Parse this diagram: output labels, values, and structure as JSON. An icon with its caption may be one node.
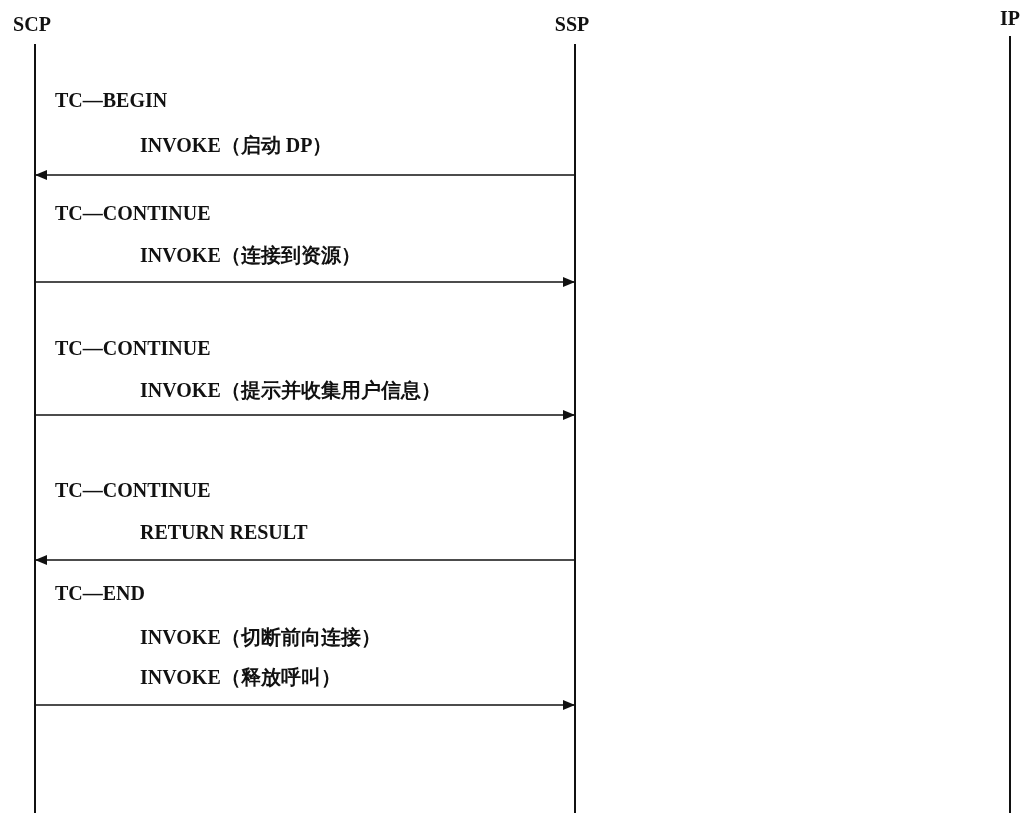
{
  "diagram": {
    "nodes": [
      {
        "text": [
          "SCP"
        ]
      },
      {
        "text": [
          "SSP"
        ]
      },
      {
        "text": [
          "IP"
        ]
      }
    ],
    "edges": [
      {
        "from": 1,
        "to": 0,
        "arrow": "to"
      },
      {
        "from": 0,
        "to": 1,
        "arrow": "to"
      },
      {
        "from": 0,
        "to": 1,
        "arrow": "to"
      },
      {
        "from": 1,
        "to": 0,
        "arrow": "to"
      },
      {
        "from": 0,
        "to": 1,
        "arrow": "to"
      }
    ],
    "labels": [
      "TC—BEGIN",
      "INVOKE（启动 DP）",
      "TC—CONTINUE",
      "INVOKE（连接到资源）",
      "TC—CONTINUE",
      "INVOKE（提示并收集用户信息）",
      "TC—CONTINUE",
      "RETURN RESULT",
      "TC—END",
      "INVOKE（切断前向连接）",
      "INVOKE（释放呼叫）"
    ]
  }
}
